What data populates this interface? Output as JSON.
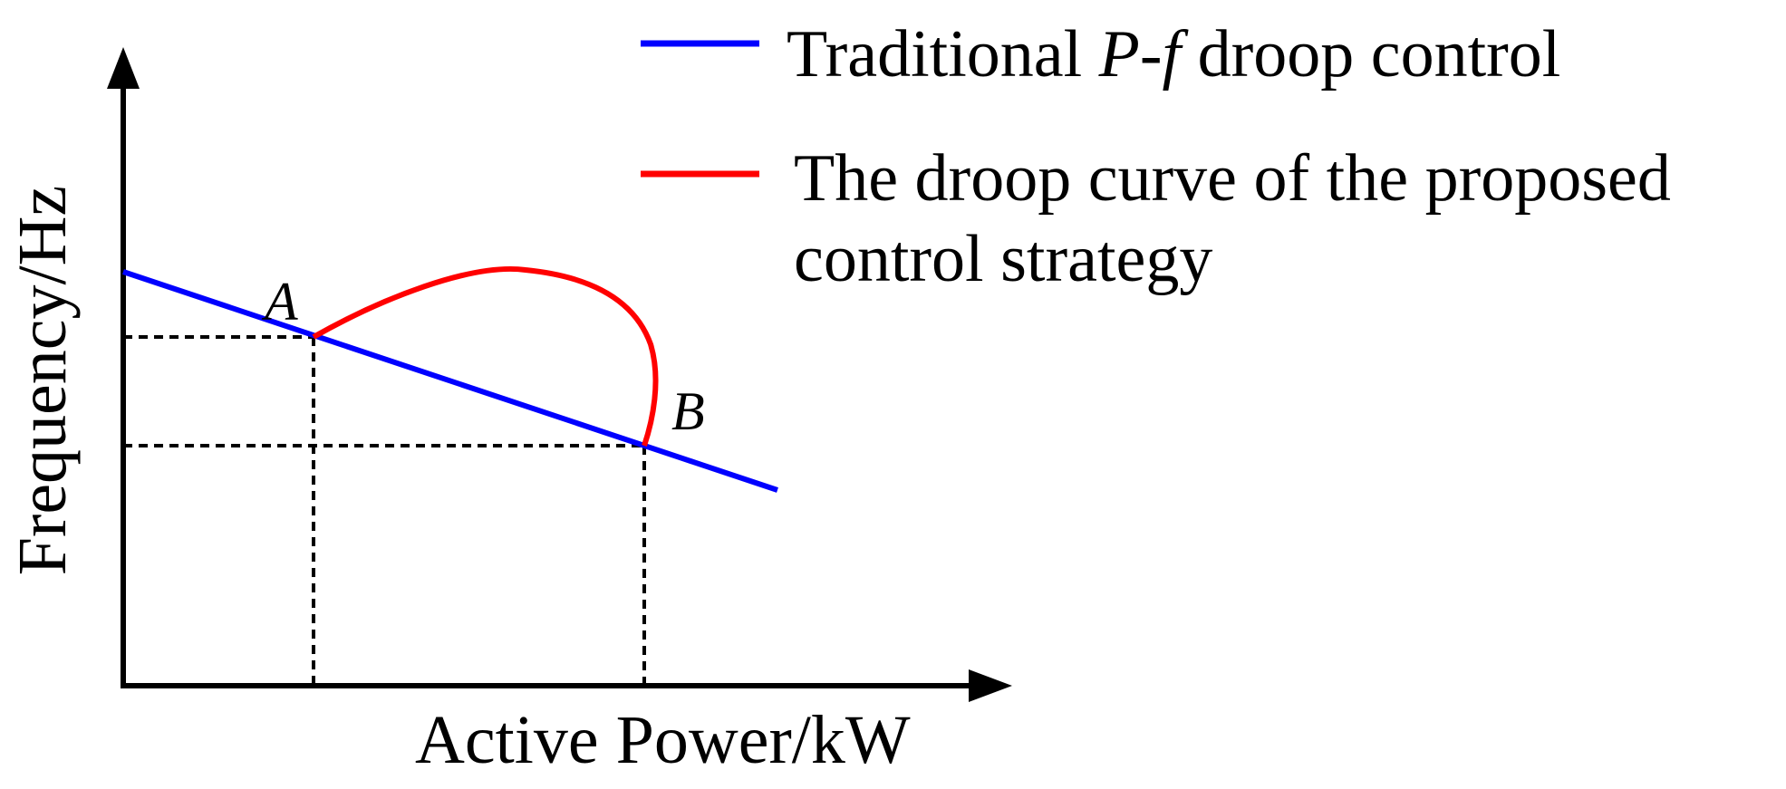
{
  "colors": {
    "traditional": "#0000ff",
    "proposed": "#ff0000",
    "axis": "#000000"
  },
  "axes": {
    "x_label": "Active Power/kW",
    "y_label": "Frequency/Hz"
  },
  "points": {
    "a": "A",
    "b": "B"
  },
  "legend": {
    "traditional": {
      "prefix": "Traditional ",
      "italic": "P-f",
      "suffix": " droop control"
    },
    "proposed": {
      "line1": "The droop curve of the proposed",
      "line2": "control strategy"
    }
  }
}
